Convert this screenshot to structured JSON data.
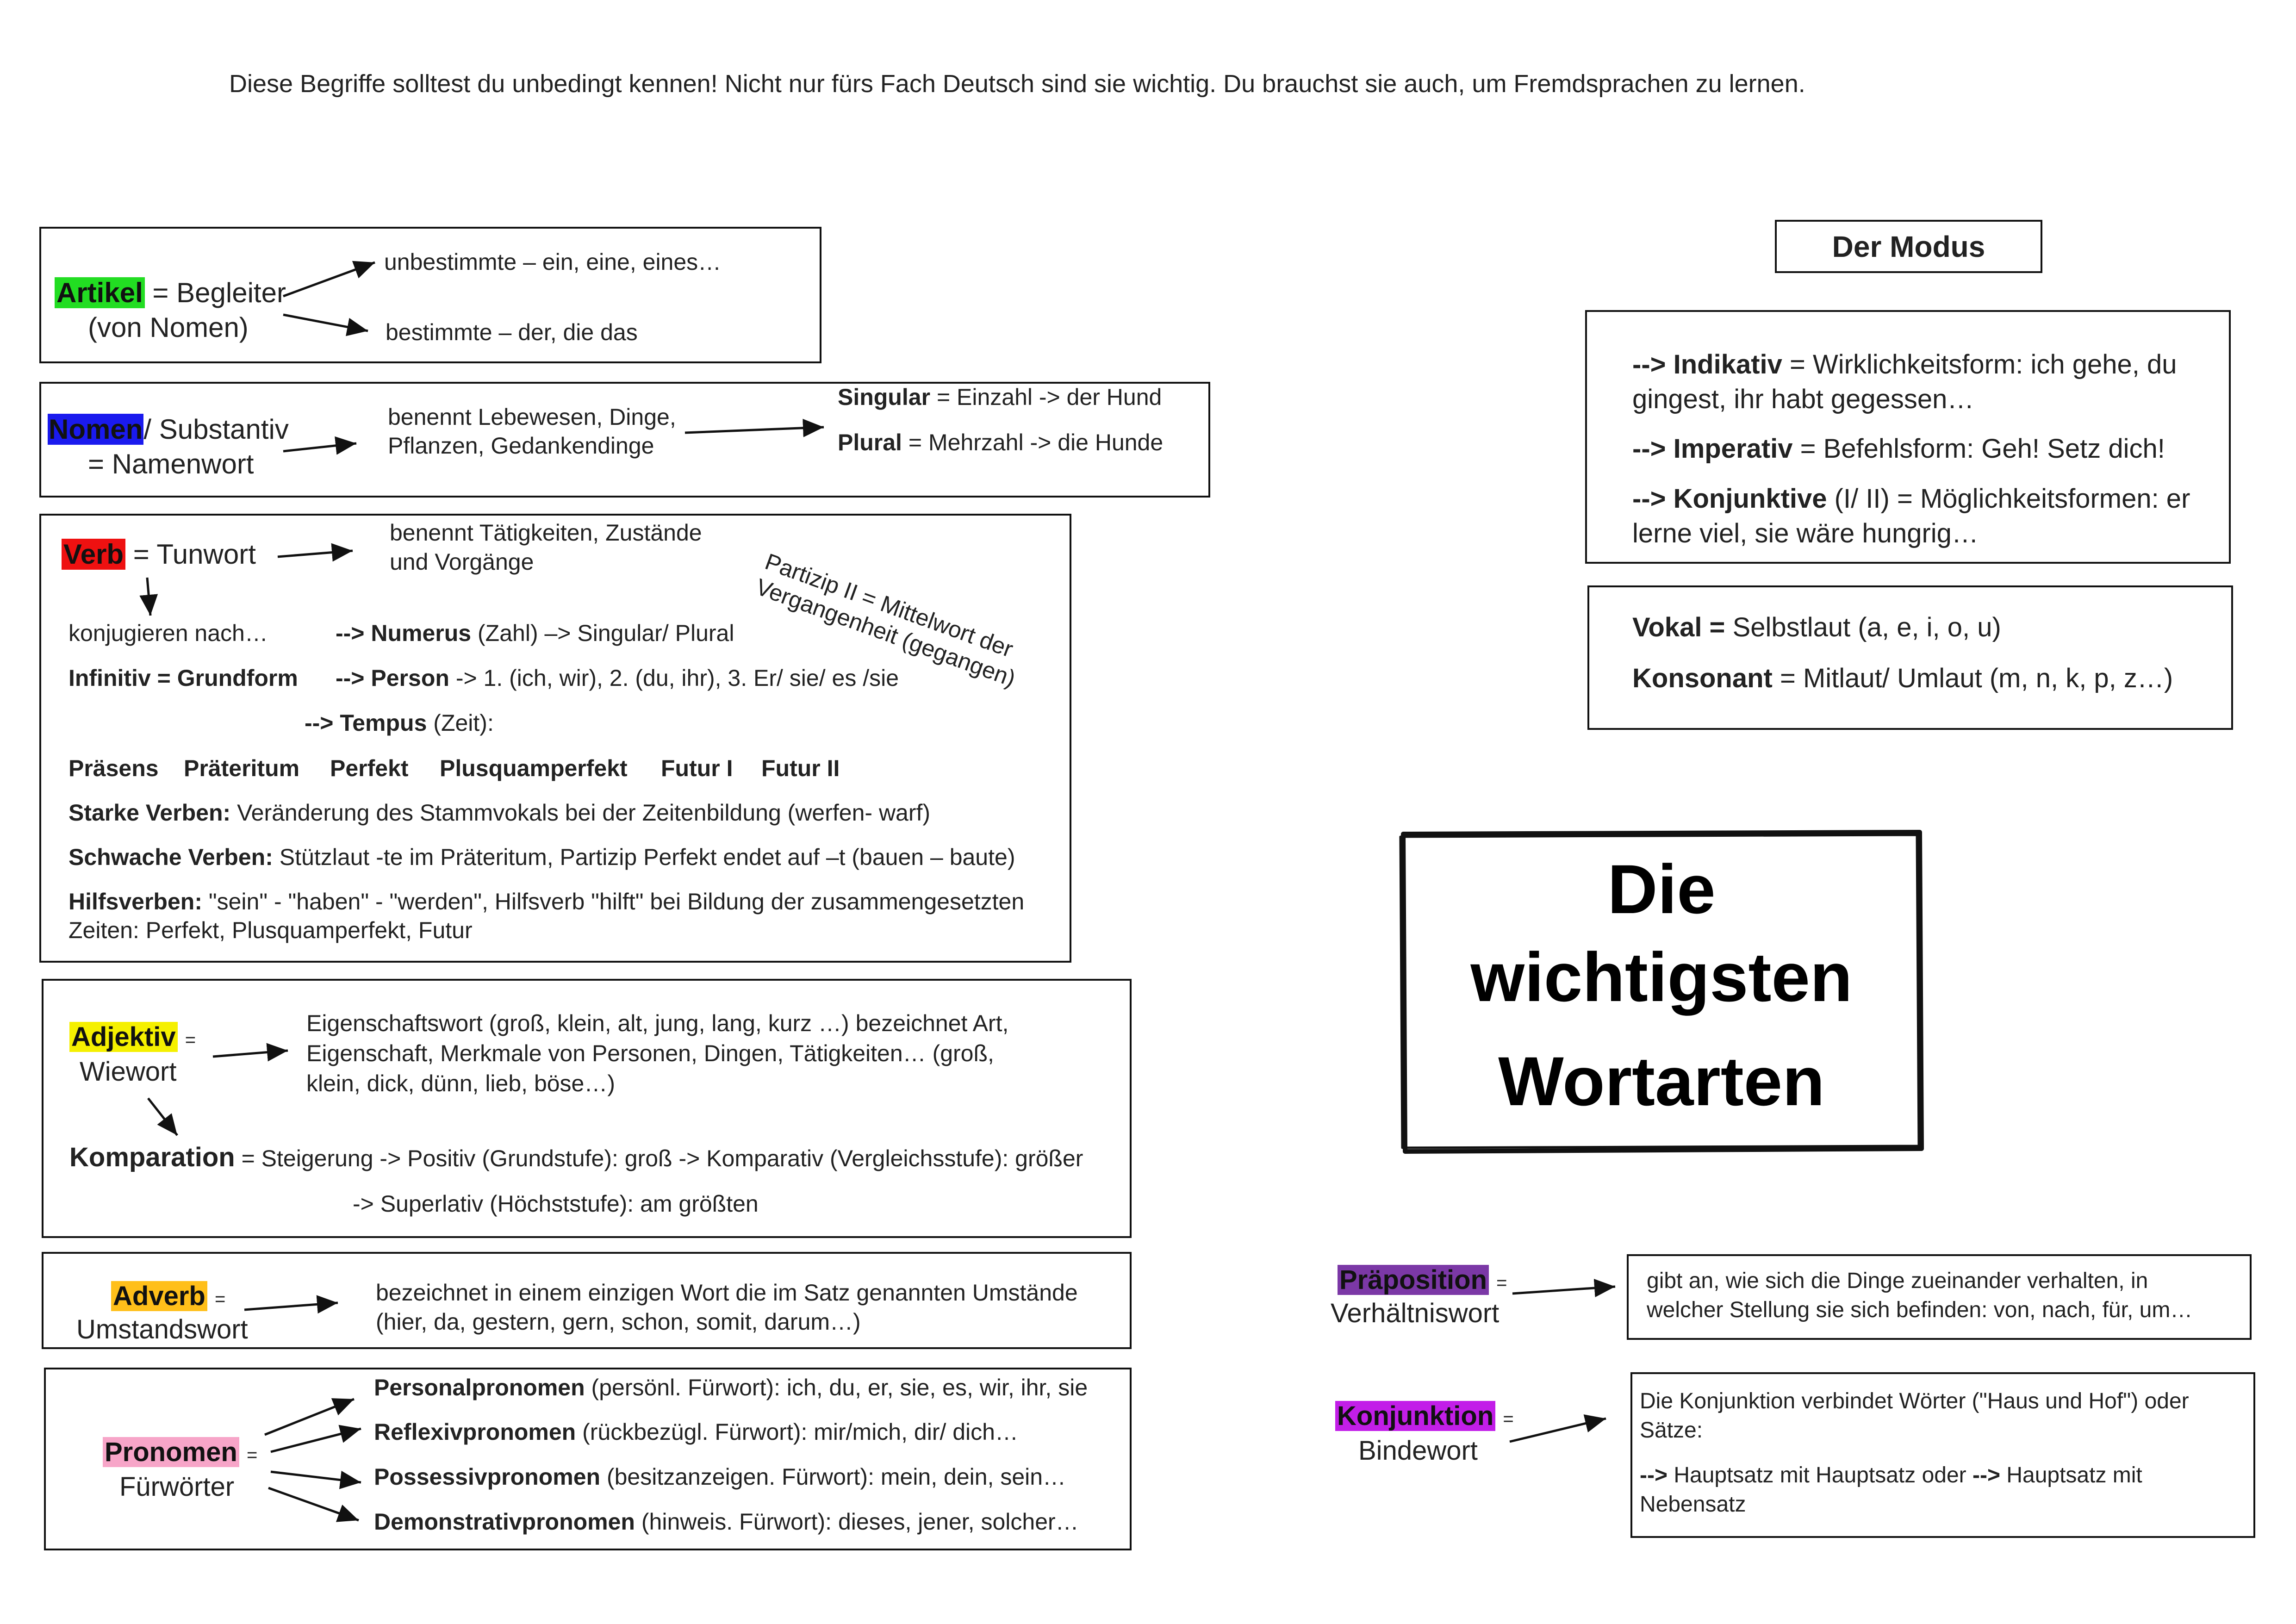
{
  "intro": "Diese Begriffe solltest du unbedingt kennen! Nicht nur fürs Fach Deutsch sind sie wichtig. Du brauchst sie auch, um Fremdsprachen zu lernen.",
  "colors": {
    "artikel": "#22dd22",
    "nomen": "#1a1aee",
    "verb": "#ee1111",
    "adjektiv": "#f5f000",
    "adverb": "#ffbf1a",
    "pronomen": "#f7a5c8",
    "praeposition": "#7b38a6",
    "konjunktion": "#c21ee8"
  },
  "artikel": {
    "term": "Artikel",
    "eq": "= Begleiter",
    "sub": "(von Nomen)",
    "unbestimmte": "unbestimmte – ein, eine, eines…",
    "bestimmte": "bestimmte – der, die das"
  },
  "nomen": {
    "term": "Nomen",
    "rest": "/ Substantiv",
    "sub": "= Namenwort",
    "desc1": "benennt Lebewesen, Dinge,",
    "desc2": "Pflanzen, Gedankendinge",
    "singular": "Singular",
    "singular_rest": "= Einzahl -> der Hund",
    "plural": "Plural",
    "plural_rest": "= Mehrzahl -> die Hunde"
  },
  "verb": {
    "term": "Verb",
    "eq": "= Tunwort",
    "desc1": "benennt Tätigkeiten, Zustände",
    "desc2": "und Vorgänge",
    "partizip1": "Partizip II = Mittelwort der",
    "partizip2": "Vergangenheit (gegangen)",
    "konjugieren": "konjugieren nach…",
    "numerus_arrow": "--> Numerus",
    "numerus_rest": "(Zahl) –> Singular/ Plural",
    "infinitiv": "Infinitiv = Grundform",
    "person_arrow": "--> Person",
    "person_rest": "-> 1. (ich, wir), 2. (du, ihr), 3. Er/ sie/ es /sie",
    "tempus_arrow": "--> Tempus",
    "tempus_rest": "(Zeit):",
    "tenses": [
      "Präsens",
      "Präteritum",
      "Perfekt",
      "Plusquamperfekt",
      "Futur I",
      "Futur II"
    ],
    "stark_label": "Starke Verben:",
    "stark_text": "Veränderung des Stammvokals bei der Zeitenbildung (werfen- warf)",
    "schwach_label": "Schwache Verben:",
    "schwach_text": "Stützlaut -te im Präteritum, Partizip Perfekt endet auf –t (bauen – baute)",
    "hilfs_label": "Hilfsverben:",
    "hilfs_text": "\"sein\" - \"haben\" - \"werden\", Hilfsverb \"hilft\" bei Bildung der zusammengesetzten",
    "hilfs_text2": "Zeiten: Perfekt, Plusquamperfekt, Futur"
  },
  "adjektiv": {
    "term": "Adjektiv",
    "eq": "=",
    "sub": "Wiewort",
    "desc1": "Eigenschaftswort (groß, klein, alt, jung, lang, kurz …) bezeichnet Art,",
    "desc2": "Eigenschaft, Merkmale von Personen, Dingen, Tätigkeiten… (groß,",
    "desc3": "klein, dick, dünn, lieb, böse…)",
    "komparation": "Komparation",
    "komp_text": "= Steigerung -> Positiv (Grundstufe): groß -> Komparativ (Vergleichsstufe): größer",
    "komp_text2": "-> Superlativ (Höchststufe): am größten"
  },
  "adverb": {
    "term": "Adverb",
    "eq": "=",
    "sub": "Umstandswort",
    "desc1": "bezeichnet in einem einzigen Wort die im Satz genannten Umstände",
    "desc2": "(hier, da, gestern, gern, schon, somit, darum…)"
  },
  "pronomen": {
    "term": "Pronomen",
    "eq": "=",
    "sub": "Fürwörter",
    "items": [
      {
        "label": "Personalpronomen",
        "text": "(persönl. Fürwort): ich, du, er, sie, es, wir, ihr, sie"
      },
      {
        "label": "Reflexivpronomen",
        "text": "(rückbezügl. Fürwort): mir/mich, dir/ dich…"
      },
      {
        "label": "Possessivpronomen",
        "text": "(besitzanzeigen. Fürwort): mein, dein, sein…"
      },
      {
        "label": "Demonstrativpronomen",
        "text": "(hinweis. Fürwort): dieses, jener, solcher…"
      }
    ]
  },
  "modus": {
    "title": "Der Modus",
    "ind_label": "--> Indikativ",
    "ind_text": "= Wirklichkeitsform: ich gehe, du",
    "ind_text2": "gingest, ihr habt gegessen…",
    "imp_label": "--> Imperativ",
    "imp_text": "= Befehlsform: Geh! Setz dich!",
    "konj_label": "--> Konjunktive",
    "konj_text": "(I/ II) = Möglichkeitsformen: er",
    "konj_text2": "lerne viel, sie wäre hungrig…"
  },
  "laute": {
    "vokal": "Vokal =",
    "vokal_text": "Selbstlaut (a, e, i, o, u)",
    "konsonant": "Konsonant",
    "konsonant_text": "= Mitlaut/ Umlaut (m, n, k, p, z…)"
  },
  "main_title": {
    "line1": "Die",
    "line2": "wichtigsten",
    "line3": "Wortarten"
  },
  "praeposition": {
    "term": "Präposition",
    "eq": "=",
    "sub": "Verhältniswort",
    "desc1": "gibt an, wie sich die Dinge zueinander verhalten, in",
    "desc2": "welcher Stellung sie sich befinden: von, nach, für, um…"
  },
  "konjunktion": {
    "term": "Konjunktion",
    "eq": "=",
    "sub": "Bindewort",
    "desc1": "Die Konjunktion verbindet Wörter (\"Haus und Hof\") oder",
    "desc2": "Sätze:",
    "arrow1": "-->",
    "mid": "Hauptsatz mit Hauptsatz oder",
    "arrow2": "-->",
    "end": "Hauptsatz mit",
    "desc4": "Nebensatz"
  }
}
